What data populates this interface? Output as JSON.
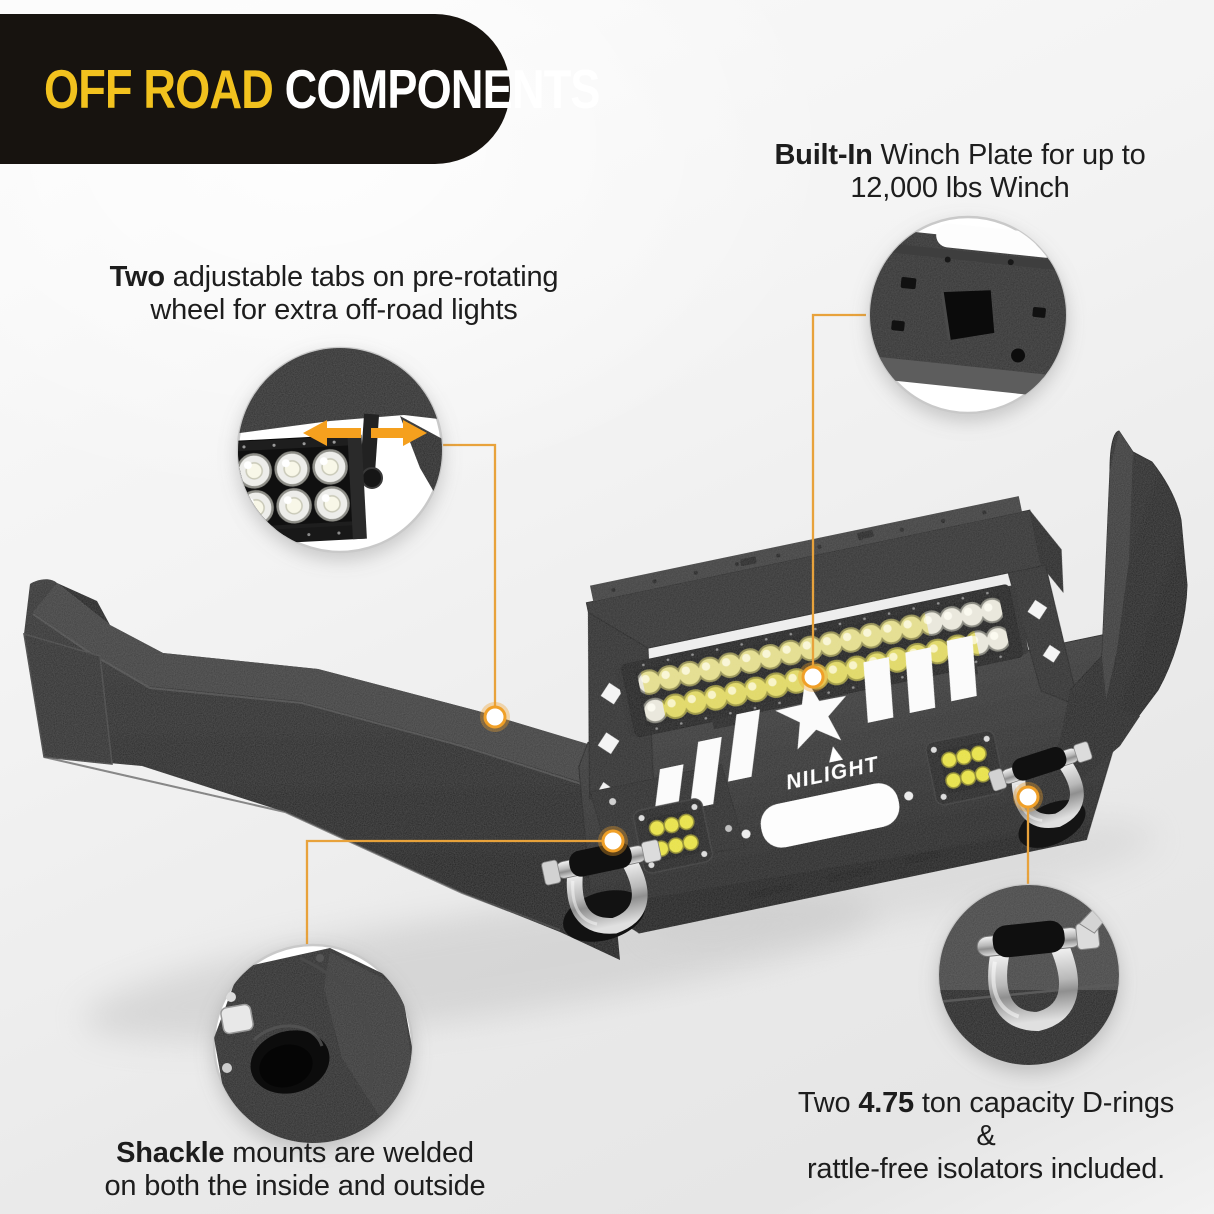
{
  "banner": {
    "highlight": "OFF ROAD",
    "rest": " COMPONENTS",
    "bg_color": "#17130f",
    "highlight_color": "#F2C21E",
    "text_color": "#FFFFFF"
  },
  "captions": {
    "winch": {
      "bold": "Built-In",
      "line1_rest": " Winch Plate for up to",
      "line2": "12,000 lbs Winch"
    },
    "tabs": {
      "bold": "Two",
      "line1_rest": " adjustable tabs on pre-rotating",
      "line2": "wheel for extra off-road lights"
    },
    "shackle": {
      "bold": "Shackle",
      "line1_rest": " mounts are welded",
      "line2": "on both the inside and outside"
    },
    "drings": {
      "pre": "Two  ",
      "bold": "4.75",
      "line1_rest": " ton capacity D-rings &",
      "line2": "rattle-free isolators included."
    }
  },
  "product": {
    "brand": "NILIGHT"
  },
  "icons": [
    "adjust-arrow-left-icon",
    "adjust-arrow-right-icon",
    "callout-dot-icon",
    "star-cutout-icon"
  ],
  "colors": {
    "accent_orange": "#F5A01E",
    "leader_line_orange": "#E8A23B",
    "banner_yellow": "#F2C21E",
    "bumper_black": "#262626",
    "led_yellow": "#E3DC55",
    "shackle_silver": "#C9C9C9",
    "background_gray": "#EFEFEF"
  }
}
